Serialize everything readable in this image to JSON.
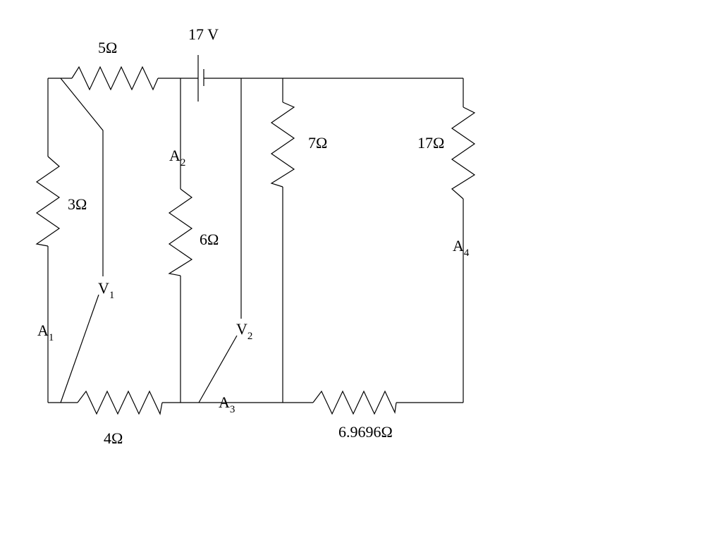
{
  "battery": {
    "label": "17 V"
  },
  "resistors": {
    "r5": "5Ω",
    "r3": "3Ω",
    "r6": "6Ω",
    "r7": "7Ω",
    "r17": "17Ω",
    "r4": "4Ω",
    "r_var": "6.9696Ω"
  },
  "ammeters": [
    {
      "letter": "A",
      "sub": "1"
    },
    {
      "letter": "A",
      "sub": "2"
    },
    {
      "letter": "A",
      "sub": "3"
    },
    {
      "letter": "A",
      "sub": "4"
    }
  ],
  "voltmeters": [
    {
      "letter": "V",
      "sub": "1"
    },
    {
      "letter": "V",
      "sub": "2"
    }
  ]
}
